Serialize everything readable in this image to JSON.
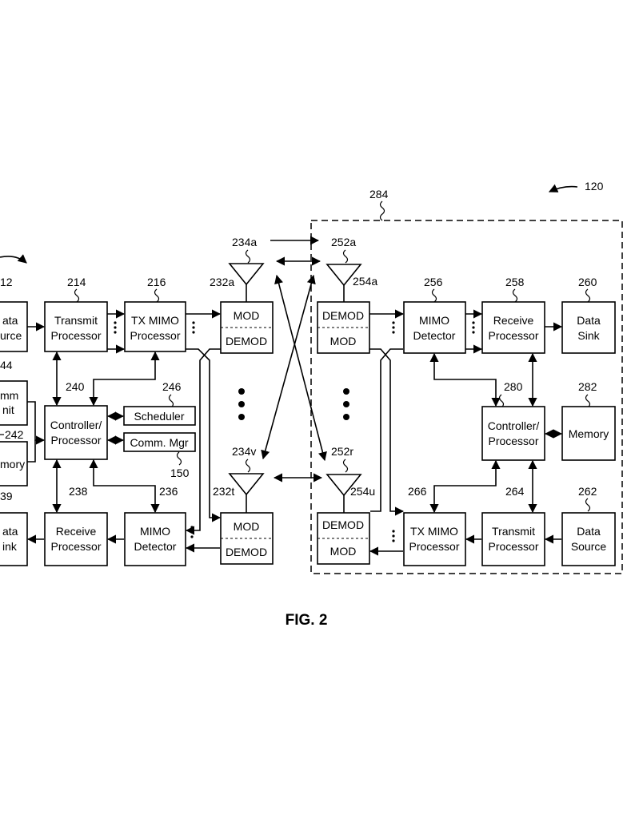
{
  "figure": {
    "caption": "FIG. 2"
  },
  "refs": {
    "r120": "120",
    "r284": "284",
    "r234a": "234a",
    "r252a": "252a",
    "r232a": "232a",
    "r254a": "254a",
    "r234v": "234v",
    "r252r": "252r",
    "r232t": "232t",
    "r254u": "254u",
    "r212": "12",
    "r214": "214",
    "r216": "216",
    "r256": "256",
    "r258": "258",
    "r260": "260",
    "r244": "44",
    "r240": "240",
    "r246": "246",
    "r242": "242",
    "r150": "150",
    "r280": "280",
    "r282": "282",
    "r239": "39",
    "r238": "238",
    "r236": "236",
    "r266": "266",
    "r264": "264",
    "r262": "262"
  },
  "blocks": {
    "data_source_left": [
      "ata",
      "urce"
    ],
    "transmit_processor_left": [
      "Transmit",
      "Processor"
    ],
    "tx_mimo_processor_left": [
      "TX MIMO",
      "Processor"
    ],
    "mod_left_top": "MOD",
    "demod_left_top": "DEMOD",
    "comm_unit_left": [
      "mm",
      "nit"
    ],
    "controller_left": [
      "Controller/",
      "Processor"
    ],
    "scheduler": "Scheduler",
    "comm_mgr": "Comm. Mgr",
    "memory_left": "mory",
    "data_sink_left": [
      "ata",
      "ink"
    ],
    "receive_processor_left": [
      "Receive",
      "Processor"
    ],
    "mimo_detector_left": [
      "MIMO",
      "Detector"
    ],
    "mod_left_bottom": "MOD",
    "demod_left_bottom": "DEMOD",
    "demod_right_top": "DEMOD",
    "mod_right_top": "MOD",
    "mimo_detector_right": [
      "MIMO",
      "Detector"
    ],
    "receive_processor_right": [
      "Receive",
      "Processor"
    ],
    "data_sink_right": [
      "Data",
      "Sink"
    ],
    "controller_right": [
      "Controller/",
      "Processor"
    ],
    "memory_right": "Memory",
    "demod_right_bottom": "DEMOD",
    "mod_right_bottom": "MOD",
    "tx_mimo_processor_right": [
      "TX MIMO",
      "Processor"
    ],
    "transmit_processor_right": [
      "Transmit",
      "Processor"
    ],
    "data_source_right": [
      "Data",
      "Source"
    ]
  }
}
